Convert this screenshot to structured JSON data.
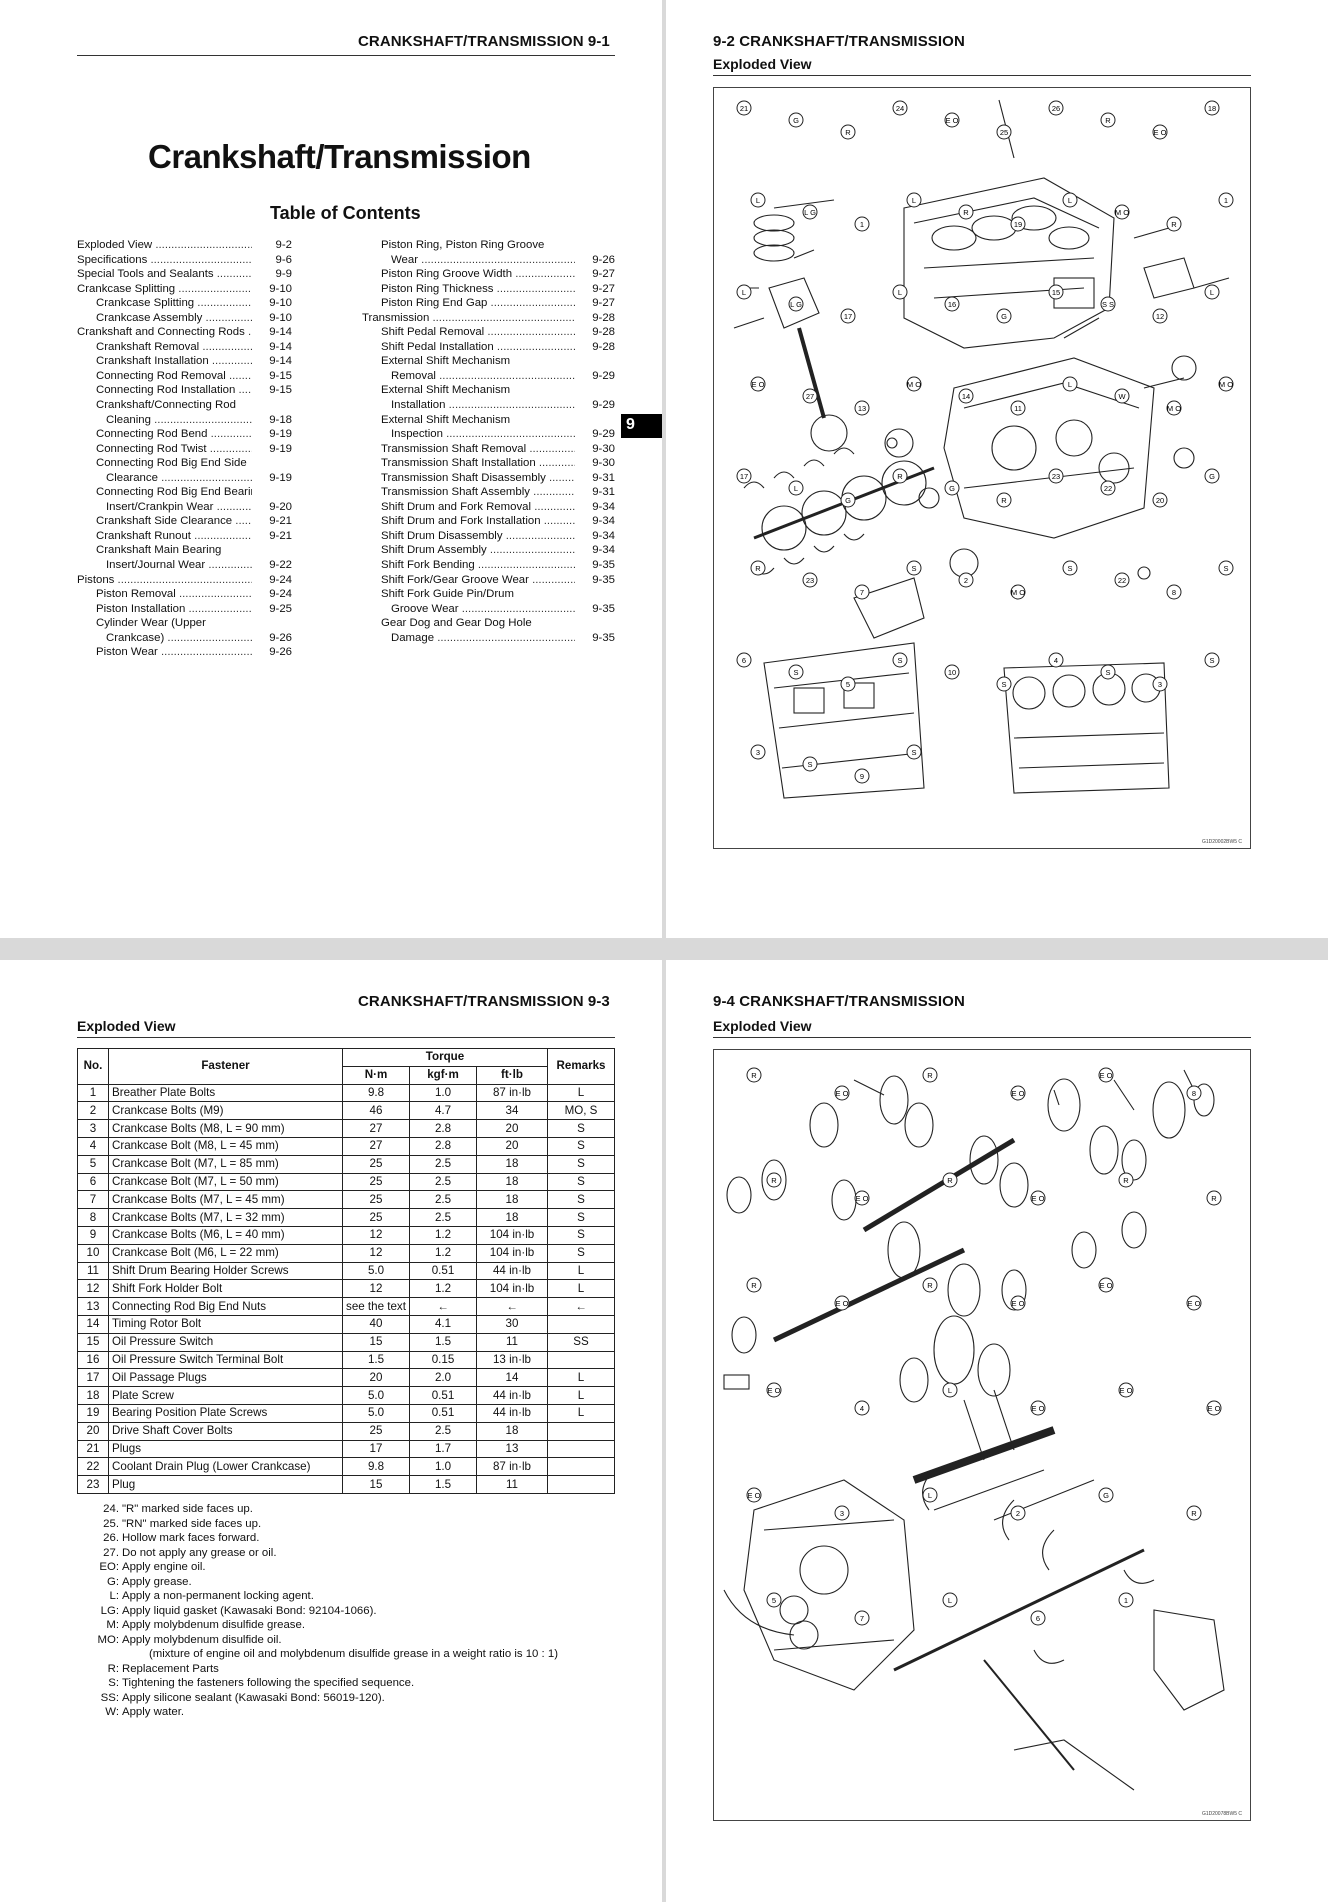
{
  "page1": {
    "header": "CRANKSHAFT/TRANSMISSION 9-1",
    "title": "Crankshaft/Transmission",
    "toc_title": "Table of Contents",
    "toc_left": [
      {
        "label": "Exploded View",
        "page": "9-2",
        "indent": 0,
        "dots": true
      },
      {
        "label": "Specifications",
        "page": "9-6",
        "indent": 0,
        "dots": true
      },
      {
        "label": "Special Tools and Sealants",
        "page": "9-9",
        "indent": 0,
        "dots": true
      },
      {
        "label": "Crankcase Splitting",
        "page": "9-10",
        "indent": 0,
        "dots": true
      },
      {
        "label": "Crankcase Splitting",
        "page": "9-10",
        "indent": 1,
        "dots": true
      },
      {
        "label": "Crankcase Assembly",
        "page": "9-10",
        "indent": 1,
        "dots": true
      },
      {
        "label": "Crankshaft and Connecting Rods",
        "page": "9-14",
        "indent": 0,
        "dots": true
      },
      {
        "label": "Crankshaft Removal",
        "page": "9-14",
        "indent": 1,
        "dots": true
      },
      {
        "label": "Crankshaft Installation",
        "page": "9-14",
        "indent": 1,
        "dots": true
      },
      {
        "label": "Connecting Rod Removal",
        "page": "9-15",
        "indent": 1,
        "dots": true
      },
      {
        "label": "Connecting Rod Installation",
        "page": "9-15",
        "indent": 1,
        "dots": true
      },
      {
        "label": "Crankshaft/Connecting Rod",
        "page": "",
        "indent": 1,
        "dots": false
      },
      {
        "label": "Cleaning",
        "page": "9-18",
        "indent": 2,
        "dots": true
      },
      {
        "label": "Connecting Rod Bend",
        "page": "9-19",
        "indent": 1,
        "dots": true
      },
      {
        "label": "Connecting Rod Twist",
        "page": "9-19",
        "indent": 1,
        "dots": true
      },
      {
        "label": "Connecting Rod Big End Side",
        "page": "",
        "indent": 1,
        "dots": false
      },
      {
        "label": "Clearance",
        "page": "9-19",
        "indent": 2,
        "dots": true
      },
      {
        "label": "Connecting Rod Big End Bearing",
        "page": "",
        "indent": 1,
        "dots": false
      },
      {
        "label": "Insert/Crankpin Wear",
        "page": "9-20",
        "indent": 2,
        "dots": true
      },
      {
        "label": "Crankshaft Side Clearance",
        "page": "9-21",
        "indent": 1,
        "dots": true
      },
      {
        "label": "Crankshaft Runout",
        "page": "9-21",
        "indent": 1,
        "dots": true
      },
      {
        "label": "Crankshaft Main Bearing",
        "page": "",
        "indent": 1,
        "dots": false
      },
      {
        "label": "Insert/Journal Wear",
        "page": "9-22",
        "indent": 2,
        "dots": true
      },
      {
        "label": "Pistons",
        "page": "9-24",
        "indent": 0,
        "dots": true
      },
      {
        "label": "Piston Removal",
        "page": "9-24",
        "indent": 1,
        "dots": true
      },
      {
        "label": "Piston Installation",
        "page": "9-25",
        "indent": 1,
        "dots": true
      },
      {
        "label": "Cylinder Wear (Upper",
        "page": "",
        "indent": 1,
        "dots": false
      },
      {
        "label": "Crankcase)",
        "page": "9-26",
        "indent": 2,
        "dots": true
      },
      {
        "label": "Piston Wear",
        "page": "9-26",
        "indent": 1,
        "dots": true
      }
    ],
    "toc_right": [
      {
        "label": "Piston Ring, Piston Ring Groove",
        "page": "",
        "indent": 1,
        "dots": false
      },
      {
        "label": "Wear",
        "page": "9-26",
        "indent": 2,
        "dots": true
      },
      {
        "label": "Piston Ring Groove Width",
        "page": "9-27",
        "indent": 1,
        "dots": true
      },
      {
        "label": "Piston Ring Thickness",
        "page": "9-27",
        "indent": 1,
        "dots": true
      },
      {
        "label": "Piston Ring End Gap",
        "page": "9-27",
        "indent": 1,
        "dots": true
      },
      {
        "label": "Transmission",
        "page": "9-28",
        "indent": 0,
        "dots": true
      },
      {
        "label": "Shift Pedal Removal",
        "page": "9-28",
        "indent": 1,
        "dots": true
      },
      {
        "label": "Shift Pedal Installation",
        "page": "9-28",
        "indent": 1,
        "dots": true
      },
      {
        "label": "External Shift Mechanism",
        "page": "",
        "indent": 1,
        "dots": false
      },
      {
        "label": "Removal",
        "page": "9-29",
        "indent": 2,
        "dots": true
      },
      {
        "label": "External Shift Mechanism",
        "page": "",
        "indent": 1,
        "dots": false
      },
      {
        "label": "Installation",
        "page": "9-29",
        "indent": 2,
        "dots": true
      },
      {
        "label": "External Shift Mechanism",
        "page": "",
        "indent": 1,
        "dots": false
      },
      {
        "label": "Inspection",
        "page": "9-29",
        "indent": 2,
        "dots": true
      },
      {
        "label": "Transmission Shaft Removal",
        "page": "9-30",
        "indent": 1,
        "dots": true
      },
      {
        "label": "Transmission Shaft Installation",
        "page": "9-30",
        "indent": 1,
        "dots": true
      },
      {
        "label": "Transmission Shaft Disassembly",
        "page": "9-31",
        "indent": 1,
        "dots": true
      },
      {
        "label": "Transmission Shaft Assembly",
        "page": "9-31",
        "indent": 1,
        "dots": true
      },
      {
        "label": "Shift Drum and Fork Removal",
        "page": "9-34",
        "indent": 1,
        "dots": true
      },
      {
        "label": "Shift Drum and Fork Installation",
        "page": "9-34",
        "indent": 1,
        "dots": true
      },
      {
        "label": "Shift Drum Disassembly",
        "page": "9-34",
        "indent": 1,
        "dots": true
      },
      {
        "label": "Shift Drum Assembly",
        "page": "9-34",
        "indent": 1,
        "dots": true
      },
      {
        "label": "Shift Fork Bending",
        "page": "9-35",
        "indent": 1,
        "dots": true
      },
      {
        "label": "Shift Fork/Gear Groove Wear",
        "page": "9-35",
        "indent": 1,
        "dots": true
      },
      {
        "label": "Shift Fork Guide Pin/Drum",
        "page": "",
        "indent": 1,
        "dots": false
      },
      {
        "label": "Groove Wear",
        "page": "9-35",
        "indent": 2,
        "dots": true
      },
      {
        "label": "Gear Dog and Gear Dog Hole",
        "page": "",
        "indent": 1,
        "dots": false
      },
      {
        "label": "Damage",
        "page": "9-35",
        "indent": 2,
        "dots": true
      }
    ],
    "tab_marker": "9"
  },
  "page2": {
    "header": "9-2 CRANKSHAFT/TRANSMISSION",
    "section": "Exploded View",
    "figure_id": "G1D20002BW5 C",
    "callouts": [
      "21",
      "G",
      "R",
      "24",
      "E O",
      "25",
      "26",
      "R",
      "E O",
      "18",
      "L",
      "L G",
      "1",
      "L",
      "R",
      "19",
      "L",
      "M O",
      "R",
      "1",
      "L",
      "L G",
      "17",
      "L",
      "16",
      "G",
      "15",
      "S S",
      "12",
      "L",
      "E O",
      "27",
      "13",
      "M O",
      "14",
      "11",
      "L",
      "W",
      "M O",
      "M O",
      "17",
      "L",
      "G",
      "R",
      "G",
      "R",
      "23",
      "22",
      "20",
      "G",
      "R",
      "23",
      "7",
      "S",
      "2",
      "M O",
      "S",
      "22",
      "8",
      "S",
      "6",
      "S",
      "5",
      "S",
      "10",
      "S",
      "4",
      "S",
      "3",
      "S",
      "3",
      "S",
      "9",
      "S"
    ]
  },
  "page3": {
    "header": "CRANKSHAFT/TRANSMISSION 9-3",
    "section": "Exploded View",
    "table_head": {
      "no": "No.",
      "fastener": "Fastener",
      "torque": "Torque",
      "nm": "N·m",
      "kgfm": "kgf·m",
      "ftlb": "ft·lb",
      "remarks": "Remarks"
    },
    "rows": [
      {
        "no": "1",
        "fastener": "Breather Plate Bolts",
        "nm": "9.8",
        "kgfm": "1.0",
        "ftlb": "87 in·lb",
        "remarks": "L"
      },
      {
        "no": "2",
        "fastener": "Crankcase Bolts (M9)",
        "nm": "46",
        "kgfm": "4.7",
        "ftlb": "34",
        "remarks": "MO, S"
      },
      {
        "no": "3",
        "fastener": "Crankcase Bolts (M8, L = 90 mm)",
        "nm": "27",
        "kgfm": "2.8",
        "ftlb": "20",
        "remarks": "S"
      },
      {
        "no": "4",
        "fastener": "Crankcase Bolt (M8, L = 45 mm)",
        "nm": "27",
        "kgfm": "2.8",
        "ftlb": "20",
        "remarks": "S"
      },
      {
        "no": "5",
        "fastener": "Crankcase Bolt (M7, L = 85 mm)",
        "nm": "25",
        "kgfm": "2.5",
        "ftlb": "18",
        "remarks": "S"
      },
      {
        "no": "6",
        "fastener": "Crankcase Bolt (M7, L = 50 mm)",
        "nm": "25",
        "kgfm": "2.5",
        "ftlb": "18",
        "remarks": "S"
      },
      {
        "no": "7",
        "fastener": "Crankcase Bolts (M7, L = 45 mm)",
        "nm": "25",
        "kgfm": "2.5",
        "ftlb": "18",
        "remarks": "S"
      },
      {
        "no": "8",
        "fastener": "Crankcase Bolts (M7, L = 32 mm)",
        "nm": "25",
        "kgfm": "2.5",
        "ftlb": "18",
        "remarks": "S"
      },
      {
        "no": "9",
        "fastener": "Crankcase Bolts (M6, L = 40 mm)",
        "nm": "12",
        "kgfm": "1.2",
        "ftlb": "104 in·lb",
        "remarks": "S"
      },
      {
        "no": "10",
        "fastener": "Crankcase Bolt (M6, L = 22 mm)",
        "nm": "12",
        "kgfm": "1.2",
        "ftlb": "104 in·lb",
        "remarks": "S"
      },
      {
        "no": "11",
        "fastener": "Shift Drum Bearing Holder Screws",
        "nm": "5.0",
        "kgfm": "0.51",
        "ftlb": "44 in·lb",
        "remarks": "L"
      },
      {
        "no": "12",
        "fastener": "Shift Fork Holder Bolt",
        "nm": "12",
        "kgfm": "1.2",
        "ftlb": "104 in·lb",
        "remarks": "L"
      },
      {
        "no": "13",
        "fastener": "Connecting Rod Big End Nuts",
        "nm": "see the text",
        "kgfm": "←",
        "ftlb": "←",
        "remarks": "←"
      },
      {
        "no": "14",
        "fastener": "Timing Rotor Bolt",
        "nm": "40",
        "kgfm": "4.1",
        "ftlb": "30",
        "remarks": ""
      },
      {
        "no": "15",
        "fastener": "Oil Pressure Switch",
        "nm": "15",
        "kgfm": "1.5",
        "ftlb": "11",
        "remarks": "SS"
      },
      {
        "no": "16",
        "fastener": "Oil Pressure Switch Terminal Bolt",
        "nm": "1.5",
        "kgfm": "0.15",
        "ftlb": "13 in·lb",
        "remarks": ""
      },
      {
        "no": "17",
        "fastener": "Oil Passage Plugs",
        "nm": "20",
        "kgfm": "2.0",
        "ftlb": "14",
        "remarks": "L"
      },
      {
        "no": "18",
        "fastener": "Plate Screw",
        "nm": "5.0",
        "kgfm": "0.51",
        "ftlb": "44 in·lb",
        "remarks": "L"
      },
      {
        "no": "19",
        "fastener": "Bearing Position Plate Screws",
        "nm": "5.0",
        "kgfm": "0.51",
        "ftlb": "44 in·lb",
        "remarks": "L"
      },
      {
        "no": "20",
        "fastener": "Drive Shaft Cover Bolts",
        "nm": "25",
        "kgfm": "2.5",
        "ftlb": "18",
        "remarks": ""
      },
      {
        "no": "21",
        "fastener": "Plugs",
        "nm": "17",
        "kgfm": "1.7",
        "ftlb": "13",
        "remarks": ""
      },
      {
        "no": "22",
        "fastener": "Coolant Drain Plug (Lower Crankcase)",
        "nm": "9.8",
        "kgfm": "1.0",
        "ftlb": "87 in·lb",
        "remarks": ""
      },
      {
        "no": "23",
        "fastener": "Plug",
        "nm": "15",
        "kgfm": "1.5",
        "ftlb": "11",
        "remarks": ""
      }
    ],
    "legend": [
      {
        "k": "24.",
        "v": "\"R\" marked side faces up."
      },
      {
        "k": "25.",
        "v": "\"RN\" marked side faces up."
      },
      {
        "k": "26.",
        "v": "Hollow mark faces forward."
      },
      {
        "k": "27.",
        "v": "Do not apply any grease or oil."
      },
      {
        "k": "EO:",
        "v": "Apply engine oil."
      },
      {
        "k": "G:",
        "v": "Apply grease."
      },
      {
        "k": "L:",
        "v": "Apply a non-permanent locking agent."
      },
      {
        "k": "LG:",
        "v": "Apply liquid gasket (Kawasaki Bond: 92104-1066)."
      },
      {
        "k": "M:",
        "v": "Apply molybdenum disulfide grease."
      },
      {
        "k": "MO:",
        "v": "Apply molybdenum disulfide oil."
      },
      {
        "k": "",
        "v": "(mixture of engine oil and molybdenum disulfide grease in a weight ratio is 10 : 1)"
      },
      {
        "k": "R:",
        "v": "Replacement Parts"
      },
      {
        "k": "S:",
        "v": "Tightening the fasteners following the specified sequence."
      },
      {
        "k": "SS:",
        "v": "Apply silicone sealant (Kawasaki Bond: 56019-120)."
      },
      {
        "k": "W:",
        "v": "Apply water."
      }
    ]
  },
  "page4": {
    "header": "9-4 CRANKSHAFT/TRANSMISSION",
    "section": "Exploded View",
    "figure_id": "G1D20078BW5 C",
    "callouts": [
      "R",
      "E O",
      "R",
      "E O",
      "E O",
      "8",
      "R",
      "E O",
      "R",
      "E O",
      "R",
      "R",
      "R",
      "E O",
      "R",
      "E O",
      "E O",
      "E O",
      "E O",
      "4",
      "L",
      "E O",
      "E O",
      "E O",
      "E O",
      "3",
      "L",
      "2",
      "G",
      "R",
      "5",
      "7",
      "L",
      "6",
      "1"
    ]
  }
}
